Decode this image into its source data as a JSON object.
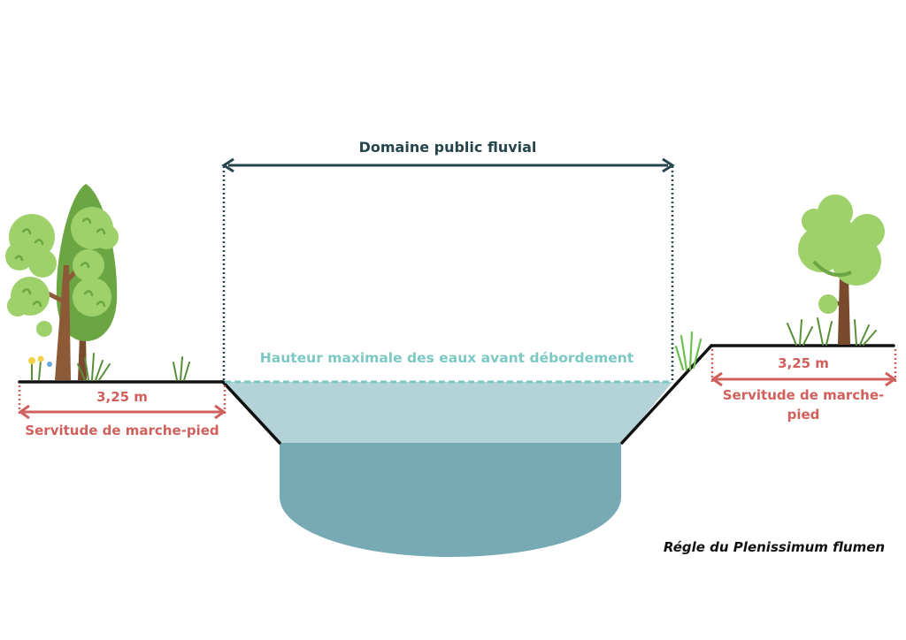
{
  "labels": {
    "domain": "Domaine public fluvial",
    "max_height": "Hauteur maximale des eaux avant débordement",
    "left_width": "3,25 m",
    "left_servitude": "Servitude de marche-pied",
    "right_width": "3,25 m",
    "right_servitude": "Servitude de marche-pied",
    "caption": "Régle du Plenissimum flumen"
  },
  "colors": {
    "domain_arrow": "#27454c",
    "servitude": "#d0605c",
    "water_line": "#7cc8c3",
    "water_upper": "#b3d3d6",
    "water_lower": "#77aab5",
    "ground": "#111111",
    "foliage_light": "#9fd16a",
    "foliage_dark": "#6ba642",
    "trunk": "#7a4a2c"
  },
  "icons": [
    "tree-icon",
    "grass-icon",
    "flower-icon"
  ]
}
